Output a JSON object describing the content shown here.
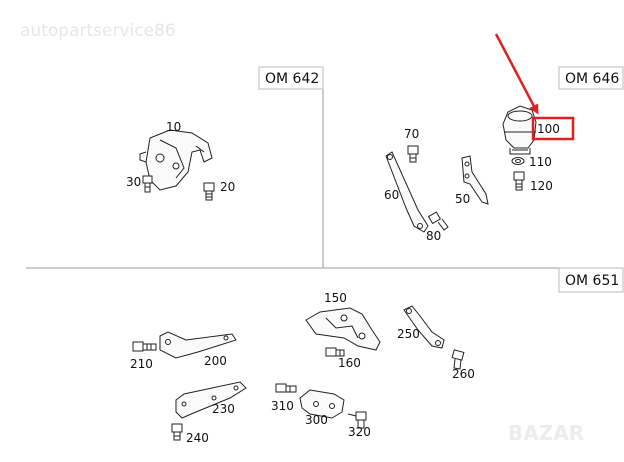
{
  "watermark": "autopartservice86",
  "brand_mark": "BAZAR",
  "highlight_color": "#e02020",
  "sections": [
    {
      "id": "om642",
      "label": "OM 642"
    },
    {
      "id": "om646",
      "label": "OM 646"
    },
    {
      "id": "om651",
      "label": "OM 651"
    }
  ],
  "callouts": {
    "p10": "10",
    "p20": "20",
    "p30": "30",
    "p50": "50",
    "p60": "60",
    "p70": "70",
    "p80": "80",
    "p100": "100",
    "p110": "110",
    "p120": "120",
    "p150": "150",
    "p160": "160",
    "p200": "200",
    "p210": "210",
    "p230": "230",
    "p240": "240",
    "p250": "250",
    "p260": "260",
    "p300": "300",
    "p310": "310",
    "p320": "320"
  }
}
